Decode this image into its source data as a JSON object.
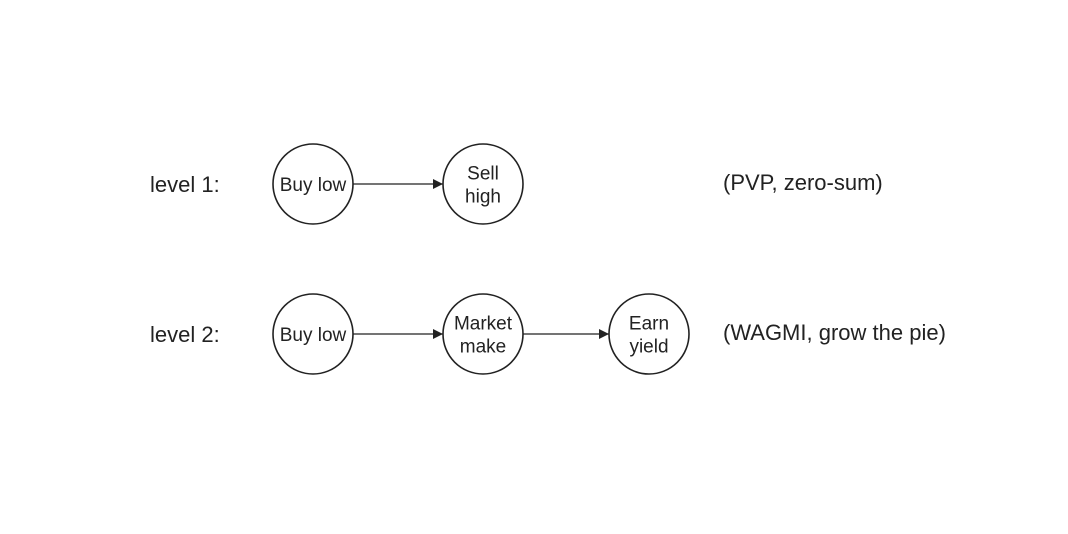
{
  "diagram": {
    "rows": [
      {
        "label": "level 1:",
        "note": "(PVP, zero-sum)",
        "nodes": [
          {
            "id": "buy-low-1",
            "lines": [
              "Buy low"
            ]
          },
          {
            "id": "sell-high",
            "lines": [
              "Sell",
              "high"
            ]
          }
        ],
        "edges": [
          {
            "from": "buy-low-1",
            "to": "sell-high"
          }
        ]
      },
      {
        "label": "level 2:",
        "note": "(WAGMI, grow the pie)",
        "nodes": [
          {
            "id": "buy-low-2",
            "lines": [
              "Buy low"
            ]
          },
          {
            "id": "market-make",
            "lines": [
              "Market",
              "make"
            ]
          },
          {
            "id": "earn-yield",
            "lines": [
              "Earn",
              "yield"
            ]
          }
        ],
        "edges": [
          {
            "from": "buy-low-2",
            "to": "market-make"
          },
          {
            "from": "market-make",
            "to": "earn-yield"
          }
        ]
      }
    ]
  }
}
